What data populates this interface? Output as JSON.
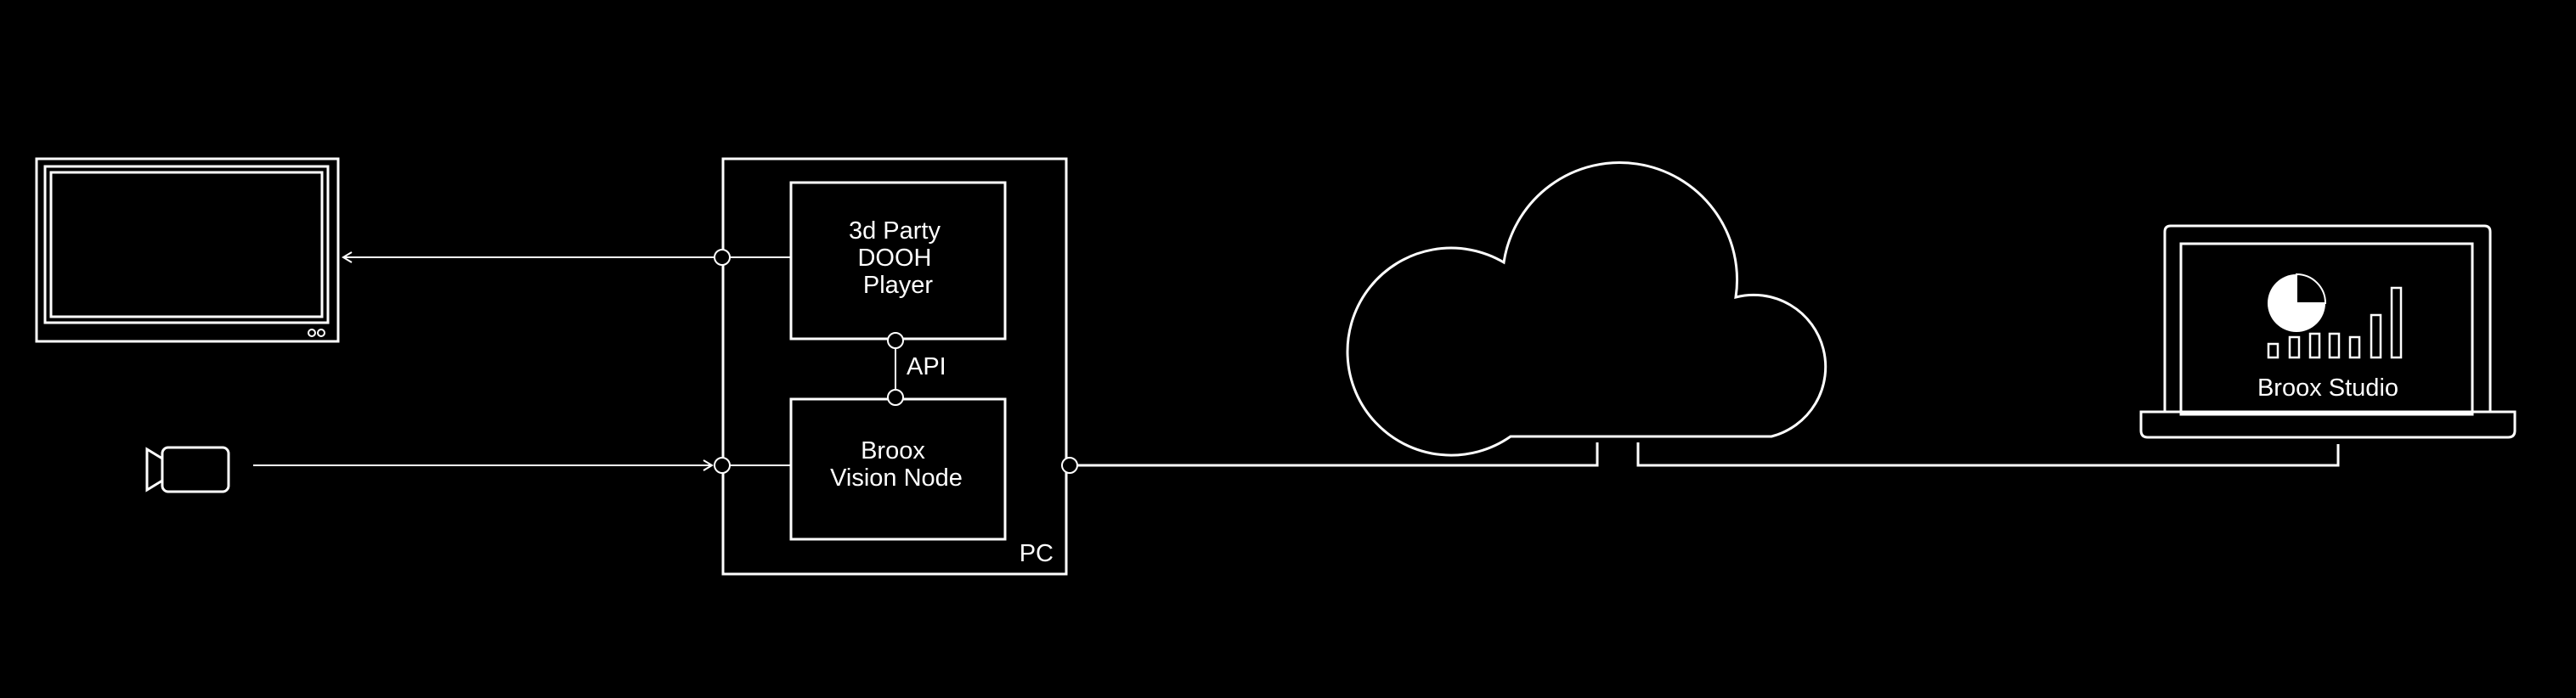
{
  "diagram": {
    "player_line1": "3d Party",
    "player_line2": "DOOH",
    "player_line3": "Player",
    "api_label": "API",
    "node_line1": "Broox",
    "node_line2": "Vision Node",
    "pc_label": "PC",
    "studio_label": "Broox Studio",
    "colors": {
      "background": "#000000",
      "stroke": "#ffffff"
    }
  }
}
